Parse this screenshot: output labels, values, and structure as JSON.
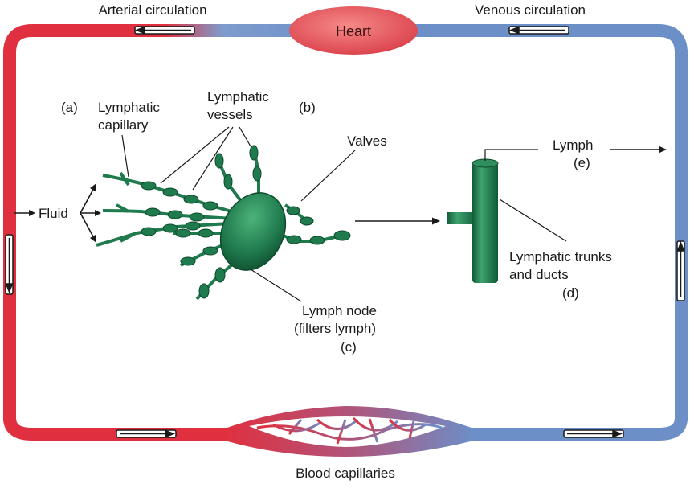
{
  "labels": {
    "arterial": "Arterial circulation",
    "venous": "Venous circulation",
    "heart": "Heart",
    "a": "(a)",
    "lymphatic_capillary_1": "Lymphatic",
    "lymphatic_capillary_2": "capillary",
    "lymphatic_vessels_1": "Lymphatic",
    "lymphatic_vessels_2": "vessels",
    "b": "(b)",
    "valves": "Valves",
    "lymph": "Lymph",
    "e": "(e)",
    "fluid": "Fluid",
    "trunks_1": "Lymphatic trunks",
    "trunks_2": "and ducts",
    "d": "(d)",
    "node_1": "Lymph node",
    "node_2": "(filters lymph)",
    "c": "(c)",
    "blood_capillaries": "Blood capillaries"
  },
  "colors": {
    "artery": "#e0303f",
    "vein": "#6c8fc8",
    "heart": "#e85858",
    "lymph_green": "#1f7a4e",
    "lymph_dark": "#0e4a2c",
    "arrow": "#1a1a1a"
  }
}
